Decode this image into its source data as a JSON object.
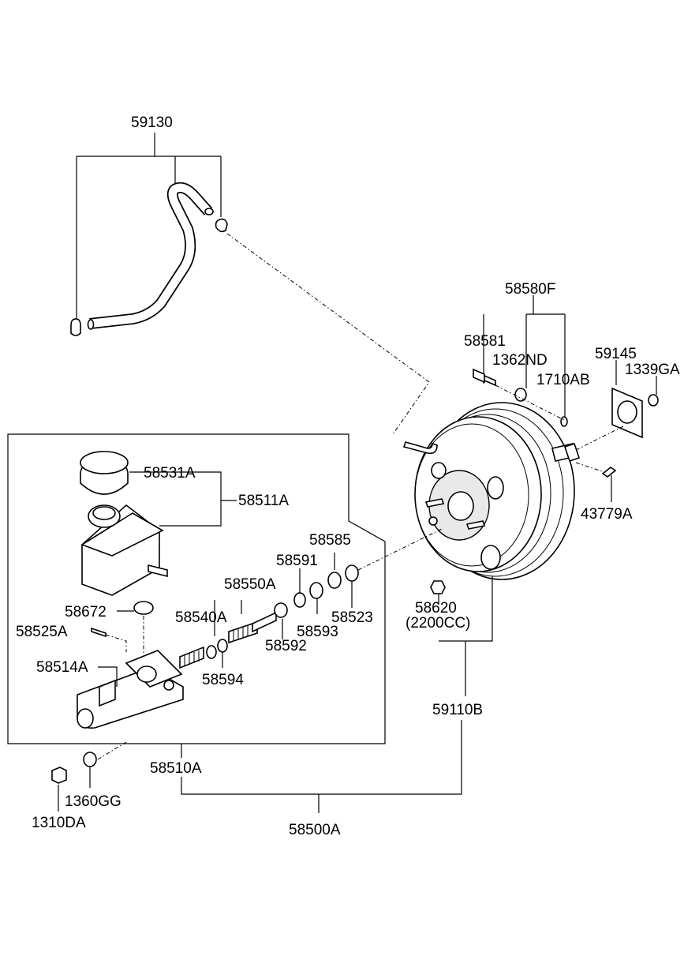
{
  "labels": {
    "p59130": "59130",
    "p58580F": "58580F",
    "p58581": "58581",
    "p1362ND": "1362ND",
    "p1710AB": "1710AB",
    "p59145": "59145",
    "p1339GA": "1339GA",
    "p43779A": "43779A",
    "p58531A": "58531A",
    "p58511A": "58511A",
    "p58585": "58585",
    "p58591": "58591",
    "p58550A": "58550A",
    "p58523": "58523",
    "p58672": "58672",
    "p58540A": "58540A",
    "p58593": "58593",
    "p58620": "58620",
    "p2200CC": "(2200CC)",
    "p58525A": "58525A",
    "p58592": "58592",
    "p58514A": "58514A",
    "p58594": "58594",
    "p59110B": "59110B",
    "p58510A": "58510A",
    "p1360GG": "1360GG",
    "p1310DA": "1310DA",
    "p58500A": "58500A"
  }
}
